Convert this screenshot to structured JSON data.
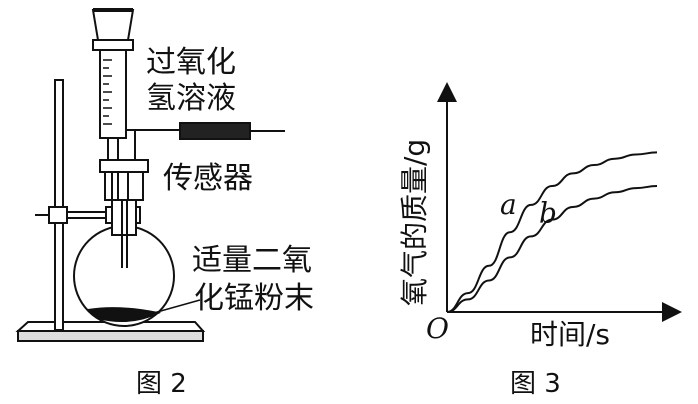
{
  "figure2": {
    "label_peroxide_line1": "过氧化",
    "label_peroxide_line2": "氢溶液",
    "label_sensor": "传感器",
    "label_mno2_line1": "适量二氧",
    "label_mno2_line2": "化锰粉末",
    "caption": "图 2"
  },
  "figure3": {
    "caption": "图 3",
    "chart_data": {
      "type": "line",
      "title": "",
      "xlabel": "时间/s",
      "ylabel": "氧气的质量/g",
      "origin_label": "O",
      "grid": false,
      "series": [
        {
          "name": "a",
          "x": [
            0,
            1,
            2,
            3,
            4,
            5,
            6,
            7,
            8,
            9,
            10
          ],
          "y": [
            0,
            0.9,
            2.2,
            3.8,
            5.1,
            6.0,
            6.6,
            7.0,
            7.3,
            7.5,
            7.6
          ]
        },
        {
          "name": "b",
          "x": [
            0,
            1,
            2,
            3,
            4,
            5,
            6,
            7,
            8,
            9,
            10
          ],
          "y": [
            0,
            0.6,
            1.5,
            2.6,
            3.6,
            4.4,
            5.0,
            5.4,
            5.7,
            5.9,
            6.0
          ]
        }
      ],
      "xlim": [
        0,
        10
      ],
      "ylim": [
        0,
        10
      ]
    }
  }
}
